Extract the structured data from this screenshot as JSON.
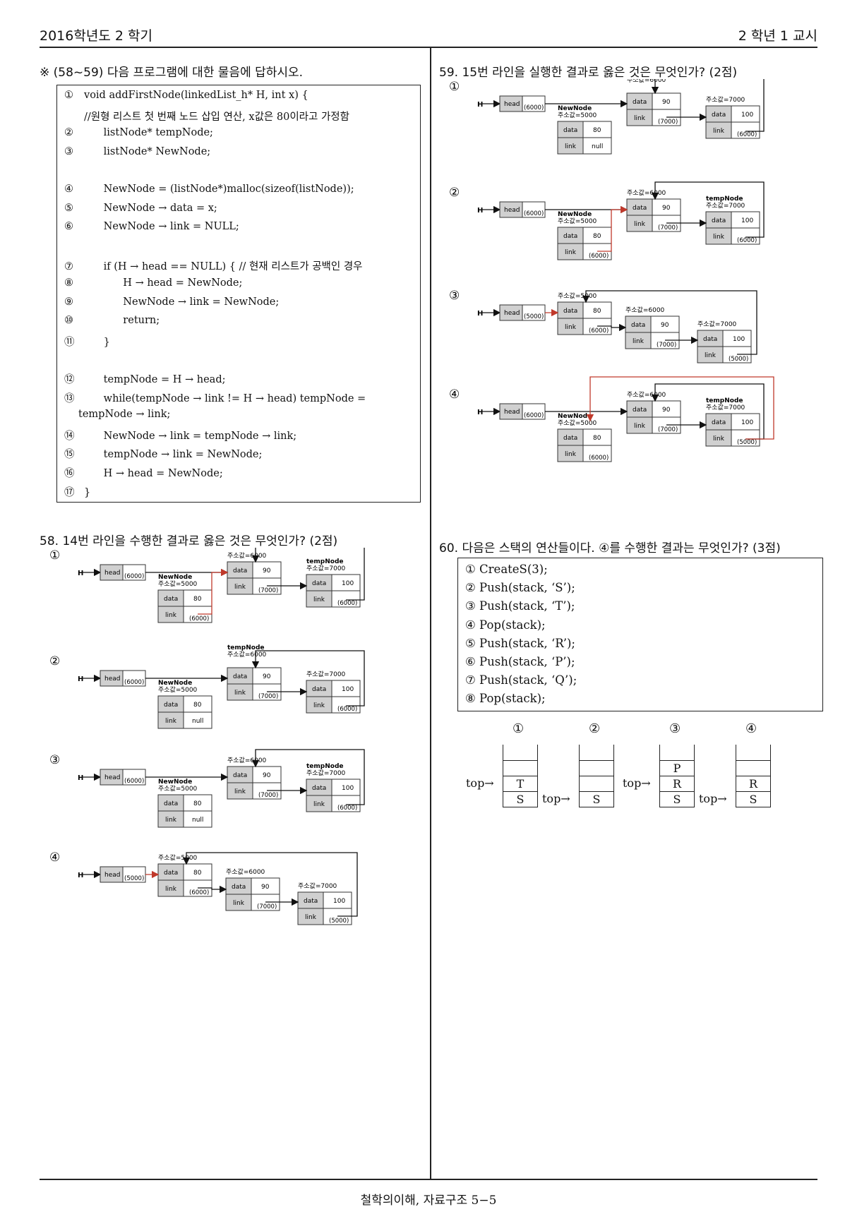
{
  "header": {
    "left": "2016학년도  2 학기",
    "right": "2 학년   1 교시"
  },
  "footer": "철학의이해, 자료구조  5−5",
  "intro": "※ (58~59) 다음 프로그램에 대한 물음에 답하시오.",
  "code_lines": [
    {
      "n": "①",
      "t": "void addFirstNode(linkedList_h* H, int x) {"
    },
    {
      "n": "",
      "t": "//원형 리스트 첫 번째 노드 삽입 연산, x값은 80이라고 가정함"
    },
    {
      "n": "②",
      "t": "      listNode* tempNode;"
    },
    {
      "n": "③",
      "t": "      listNode* NewNode;"
    },
    {
      "n": "",
      "t": ""
    },
    {
      "n": "④",
      "t": "      NewNode = (listNode*)malloc(sizeof(listNode));"
    },
    {
      "n": "⑤",
      "t": "      NewNode → data = x;"
    },
    {
      "n": "⑥",
      "t": "      NewNode → link = NULL;"
    },
    {
      "n": "",
      "t": ""
    },
    {
      "n": "⑦",
      "t": "      if (H → head == NULL) { // 현재 리스트가 공백인 경우"
    },
    {
      "n": "⑧",
      "t": "            H → head = NewNode;"
    },
    {
      "n": "⑨",
      "t": "            NewNode → link = NewNode;"
    },
    {
      "n": "⑩",
      "t": "            return;"
    },
    {
      "n": "⑪",
      "t": "      }"
    },
    {
      "n": "",
      "t": ""
    },
    {
      "n": "⑫",
      "t": "      tempNode = H → head;"
    },
    {
      "n": "⑬",
      "t": "      while(tempNode → link != H → head) tempNode ="
    },
    {
      "n": "",
      "t": "tempNode → link;"
    },
    {
      "n": "⑭",
      "t": "      NewNode → link = tempNode → link;"
    },
    {
      "n": "⑮",
      "t": "      tempNode → link = NewNode;"
    },
    {
      "n": "⑯",
      "t": "      H → head = NewNode;"
    },
    {
      "n": "⑰",
      "t": "}"
    }
  ],
  "q58": {
    "title": "58. 14번 라인을 수행한 결과로 옳은 것은 무엇인가? (2점)"
  },
  "q59": {
    "title": "59. 15번 라인을 실행한 결과로 옳은 것은 무엇인가? (2점)"
  },
  "q60": {
    "title": "60. 다음은 스택의 연산들이다. ④를 수행한 결과는 무엇인가? (3점)",
    "ops": [
      "① CreateS(3);",
      "② Push(stack, ‘S’);",
      "③ Push(stack, ‘T’);",
      "④ Pop(stack);",
      "⑤ Push(stack, ‘R’);",
      "⑥ Push(stack, ‘P’);",
      "⑦ Push(stack, ‘Q’);",
      "⑧ Pop(stack);"
    ],
    "options": [
      {
        "label": "①",
        "cells": [
          "",
          "T",
          "S"
        ],
        "top": "top→"
      },
      {
        "label": "②",
        "cells": [
          "",
          "",
          "S"
        ],
        "top": "top→"
      },
      {
        "label": "③",
        "cells": [
          "P",
          "R",
          "S"
        ],
        "top": "top→"
      },
      {
        "label": "④",
        "cells": [
          "",
          "R",
          "S"
        ],
        "top": "top→"
      }
    ]
  },
  "diagram_text": {
    "option_labels": [
      "①",
      "②",
      "③",
      "④"
    ],
    "head": "head",
    "data": "data",
    "link": "link",
    "null": "null",
    "newnode": "NewNode",
    "tempnode": "tempNode",
    "addr5000": "주소값=5000",
    "addr6000": "주소값=6000",
    "addr7000": "주소값=7000",
    "v80": "80",
    "v90": "90",
    "v100": "100",
    "p5000": "(5000)",
    "p6000": "(6000)",
    "p7000": "(7000)",
    "H": "H"
  },
  "colors": {
    "arrow": "#111111",
    "highlight": "#c0392b",
    "label_cell": "#d0d0d0"
  }
}
